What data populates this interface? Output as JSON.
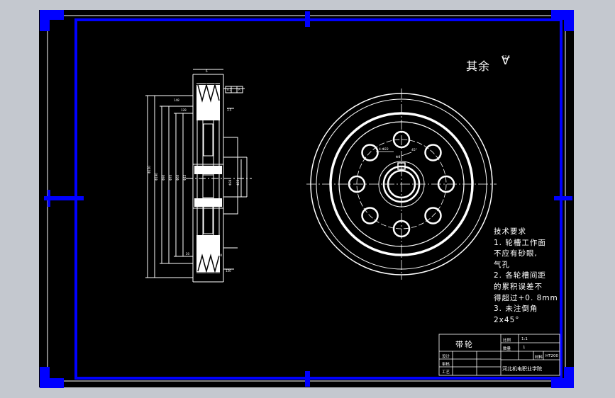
{
  "drawing": {
    "surface_finish": {
      "remaining_label": "其余",
      "symbol": "∀",
      "value": "12.5"
    },
    "technical_requirements": {
      "title": "技术要求",
      "lines": [
        "1. 轮槽工作面",
        "不应有砂眼,",
        "气孔",
        "2. 各轮槽间距",
        "的累积误差不",
        "得超过+0. 8mm",
        "3. 未注倒角",
        "2x45°"
      ]
    },
    "title_block": {
      "part_name": "带轮",
      "designer_label": "设计",
      "checker_label": "审核",
      "process_label": "工艺",
      "scale_label": "比例",
      "scale_value": "1:1",
      "quantity_label": "数量",
      "quantity_value": "1",
      "material_label": "材料",
      "material_value": "HT200",
      "school": "河北机电职业学院"
    }
  },
  "colors": {
    "background": "#000000",
    "frame": "#0000ff",
    "lines": "#ffffff",
    "window_bg": "#c4c8cf"
  }
}
